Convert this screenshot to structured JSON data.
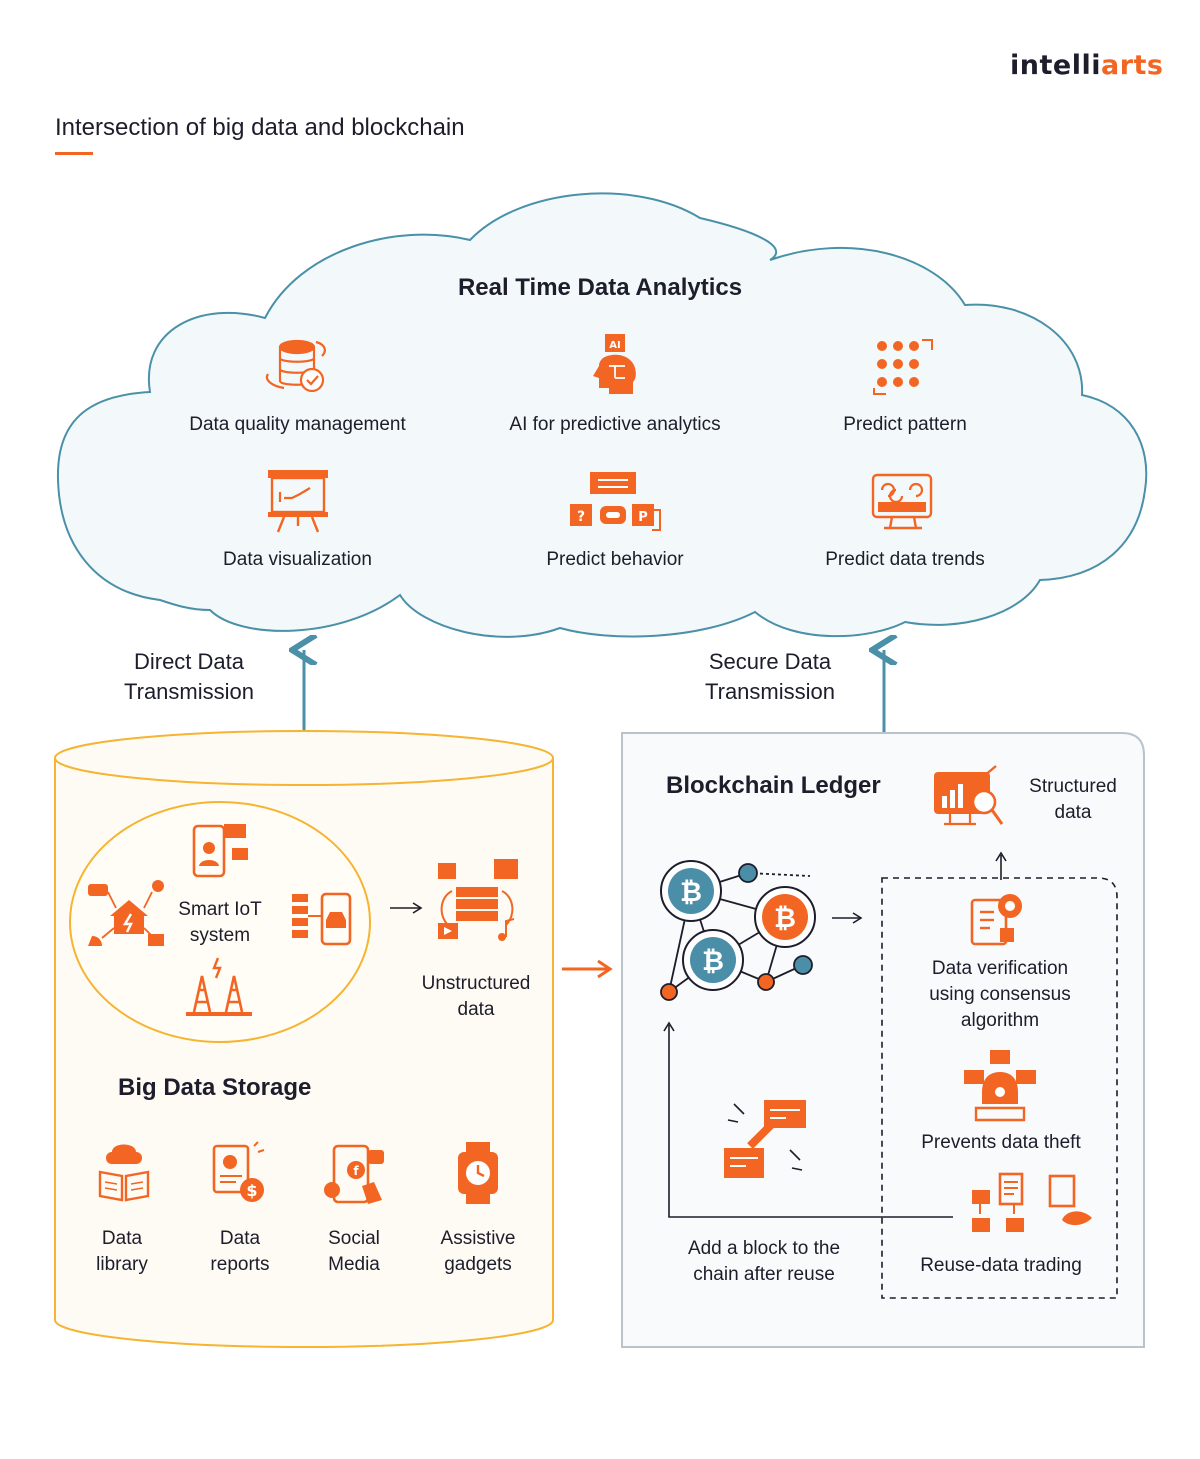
{
  "logo": {
    "main": "intelli",
    "accent": "arts"
  },
  "title": "Intersection of big data and blockchain",
  "cloud": {
    "heading": "Real Time Data Analytics",
    "items": [
      {
        "label": "Data quality management",
        "icon": "database-quality-icon"
      },
      {
        "label": "AI for predictive analytics",
        "icon": "ai-head-icon"
      },
      {
        "label": "Predict pattern",
        "icon": "pattern-grid-icon"
      },
      {
        "label": "Data visualization",
        "icon": "presentation-board-icon"
      },
      {
        "label": "Predict behavior",
        "icon": "behavior-blocks-icon"
      },
      {
        "label": "Predict data trends",
        "icon": "trend-dashboard-icon"
      }
    ]
  },
  "transmission": {
    "direct": [
      "Direct Data",
      "Transmission"
    ],
    "secure": [
      "Secure Data",
      "Transmission"
    ]
  },
  "storage": {
    "heading": "Big Data Storage",
    "iot_label": [
      "Smart IoT",
      "system"
    ],
    "unstructured_label": [
      "Unstructured",
      "data"
    ],
    "items": [
      {
        "label": [
          "Data",
          "library"
        ],
        "icon": "data-library-icon"
      },
      {
        "label": [
          "Data",
          "reports"
        ],
        "icon": "data-reports-icon"
      },
      {
        "label": [
          "Social",
          "Media"
        ],
        "icon": "social-media-icon"
      },
      {
        "label": [
          "Assistive",
          "gadgets"
        ],
        "icon": "smartwatch-icon"
      }
    ]
  },
  "blockchain": {
    "heading": "Blockchain Ledger",
    "structured_label": [
      "Structured",
      "data"
    ],
    "verification_label": [
      "Data verification",
      "using consensus",
      "algorithm"
    ],
    "theft_label": "Prevents data theft",
    "trading_label": "Reuse-data trading",
    "add_block_label": [
      "Add a block to the",
      "chain after reuse"
    ]
  },
  "colors": {
    "accent": "#f26522",
    "cloud_stroke": "#4a90a8",
    "cloud_fill": "#f3f9fa",
    "storage_stroke": "#f5b431",
    "storage_fill": "#fefbf4",
    "ledger_stroke": "#b8c4cc",
    "bitcoin_blue": "#4a8ea8"
  }
}
